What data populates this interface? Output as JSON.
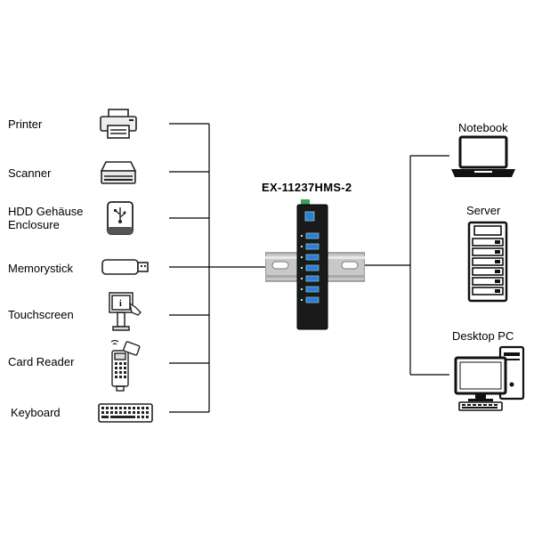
{
  "hub": {
    "model": "EX-11237HMS-2"
  },
  "left_devices": [
    {
      "label": "Printer",
      "icon": "printer-icon"
    },
    {
      "label": "Scanner",
      "icon": "scanner-icon"
    },
    {
      "label": "HDD Gehäuse\nEnclosure",
      "icon": "hdd-enclosure-icon"
    },
    {
      "label": "Memorystick",
      "icon": "usb-stick-icon"
    },
    {
      "label": "Touchscreen",
      "icon": "touchscreen-kiosk-icon"
    },
    {
      "label": "Card Reader",
      "icon": "card-reader-icon"
    },
    {
      "label": "Keyboard",
      "icon": "keyboard-icon"
    }
  ],
  "right_devices": [
    {
      "label": "Notebook",
      "icon": "notebook-icon"
    },
    {
      "label": "Server",
      "icon": "server-icon"
    },
    {
      "label": "Desktop PC",
      "icon": "desktop-pc-icon"
    }
  ],
  "colors": {
    "line": "#000000",
    "port": "#2a7fd4",
    "hub_body": "#1a1a1a",
    "rail": "#c8c8c8",
    "terminal": "#3aa35a"
  }
}
